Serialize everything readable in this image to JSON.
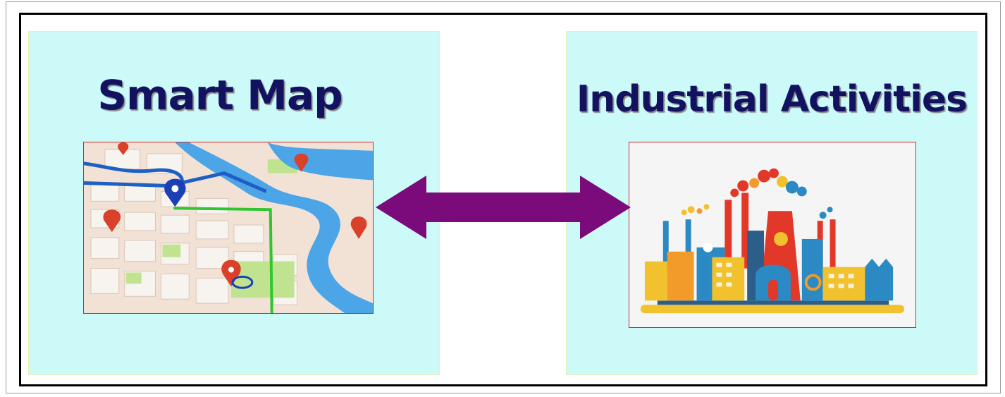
{
  "left_panel": {
    "title": "Smart Map",
    "illustration": "map-illustration"
  },
  "right_panel": {
    "title": "Industrial Activities",
    "illustration": "factory-illustration"
  },
  "connector": {
    "type": "bidirectional-arrow",
    "color": "#7b0a7b"
  },
  "colors": {
    "panel_background": "#ccfaf9",
    "title_text": "#121261",
    "frame": "#000000",
    "illustration_border": "#cc2a2a"
  }
}
